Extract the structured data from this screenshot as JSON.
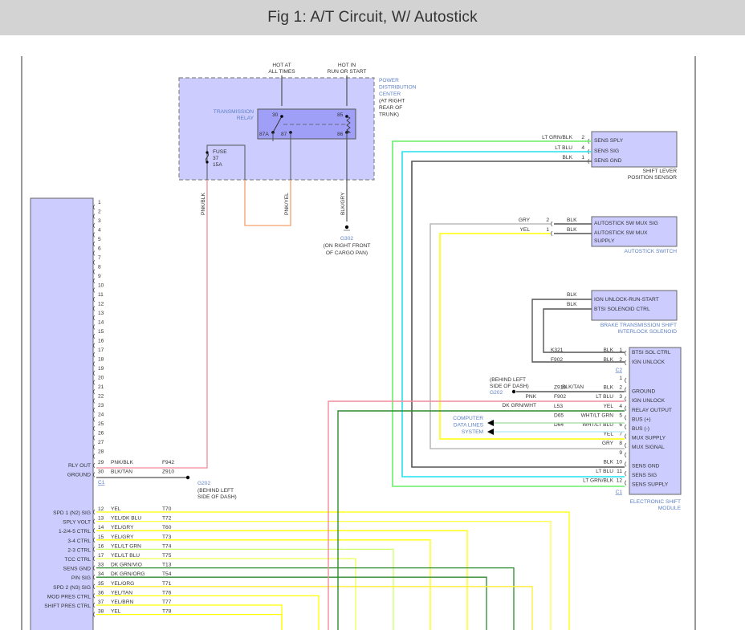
{
  "title": "Fig 1: A/T Circuit, W/ Autostick",
  "colors": {
    "module_fill": "#ccccff",
    "relay_fill": "#9f9ff7",
    "pdc_fill": "#ccccff",
    "label_blue": "#5b7fc4",
    "wire_pnk": "#f28b9b",
    "wire_pnk_yel": "#f5a06a",
    "wire_grn": "#33cc33",
    "wire_ltgrn": "#66ee66",
    "wire_ltblu": "#22e0f0",
    "wire_blk": "#555555",
    "wire_gry": "#bbbbbb",
    "wire_yel": "#ffff00",
    "wire_dkgrn": "#2d8a2d"
  },
  "pdc": {
    "label_lines": [
      "POWER",
      "DISTRIBUTION",
      "CENTER",
      "(AT RIGHT",
      "REAR OF",
      "TRUNK)"
    ],
    "hot_at_all_times": [
      "HOT AT",
      "ALL TIMES"
    ],
    "hot_in_run": [
      "HOT IN",
      "RUN OR START"
    ],
    "relay_label": [
      "TRANSMISSION",
      "RELAY"
    ],
    "relay_pins": {
      "p30": "30",
      "p87a": "87A",
      "p87": "87",
      "p85": "85",
      "p86": "86"
    },
    "fuse": [
      "FUSE",
      "37",
      "15A"
    ]
  },
  "wires_vertical": {
    "pnk_blk": "PNK/BLK",
    "pnk_yel": "PNK/YEL",
    "blk_gry": "BLK/GRY"
  },
  "ground_g302": {
    "id": "G302",
    "desc": [
      "(ON RIGHT FRONT",
      "OF CARGO PAN)"
    ]
  },
  "shift_lever_sensor": {
    "pins": [
      {
        "color": "LT GRN/BLK",
        "num": "2",
        "label": "SENS SPLY"
      },
      {
        "color": "LT BLU",
        "num": "4",
        "label": "SENS SIG"
      },
      {
        "color": "BLK",
        "num": "1",
        "label": "SENS GND"
      }
    ],
    "name": [
      "SHIFT LEVER",
      "POSITION SENSOR"
    ]
  },
  "autostick_switch": {
    "pins": [
      {
        "color_in": "GRY",
        "num": "2",
        "color_out": "BLK",
        "label": "AUTOSTICK SW MUX SIG"
      },
      {
        "color_in": "YEL",
        "num": "1",
        "color_out": "BLK",
        "label": "AUTOSTICK SW MUX"
      }
    ],
    "label_cont": "SUPPLY",
    "name": "AUTOSTICK SWITCH"
  },
  "btsi": {
    "pins": [
      {
        "color": "BLK",
        "label": "IGN UNLOCK-RUN-START"
      },
      {
        "color": "BLK",
        "label": "BTSI SOLENOID CTRL"
      }
    ],
    "name": [
      "BRAKE TRANSMISSION SHIFT",
      "INTERLOCK SOLENOID"
    ]
  },
  "esm_c2": {
    "connector": "C2",
    "pins": [
      {
        "circuit": "K321",
        "color": "BLK",
        "num": "1",
        "label": "BTSI SOL CTRL"
      },
      {
        "circuit": "F902",
        "color": "BLK",
        "num": "2",
        "label": "IGN UNLOCK"
      }
    ]
  },
  "esm_c1": {
    "connector": "C1",
    "ground_g202": {
      "id": "G202",
      "desc": [
        "(BEHIND LEFT",
        "SIDE OF DASH)"
      ]
    },
    "pins": [
      {
        "num": "1",
        "circuit": "",
        "color": "",
        "left_color": "",
        "label": ""
      },
      {
        "num": "2",
        "circuit": "Z910",
        "color": "BLK",
        "left_color": "BLK/TAN",
        "label": "GROUND"
      },
      {
        "num": "3",
        "circuit": "F902",
        "color": "LT BLU",
        "left_color": "PNK",
        "label": "IGN UNLOCK"
      },
      {
        "num": "4",
        "circuit": "L53",
        "color": "YEL",
        "left_color": "DK GRN/WHT",
        "label": "RELAY OUTPUT"
      },
      {
        "num": "5",
        "circuit": "D65",
        "color": "WHT/LT GRN",
        "left_color": "",
        "label": "BUS (+)"
      },
      {
        "num": "6",
        "circuit": "D64",
        "color": "WHT/LT BLU",
        "left_color": "",
        "label": "BUS (-)"
      },
      {
        "num": "7",
        "circuit": "",
        "color": "YEL",
        "left_color": "",
        "label": "MUX SUPPLY"
      },
      {
        "num": "8",
        "circuit": "",
        "color": "GRY",
        "left_color": "",
        "label": "MUX SIGNAL"
      },
      {
        "num": "9",
        "circuit": "",
        "color": "",
        "left_color": "",
        "label": ""
      },
      {
        "num": "10",
        "circuit": "",
        "color": "BLK",
        "left_color": "",
        "label": "SENS GND"
      },
      {
        "num": "11",
        "circuit": "",
        "color": "LT BLU",
        "left_color": "",
        "label": "SENS SIG"
      },
      {
        "num": "12",
        "circuit": "",
        "color": "LT GRN/BLK",
        "left_color": "",
        "label": "SENS SUPPLY"
      }
    ],
    "data_lines": [
      "COMPUTER",
      "DATA LINES",
      "SYSTEM"
    ],
    "name": [
      "ELECTRONIC SHIFT",
      "MODULE"
    ]
  },
  "pcm_c1": {
    "connector": "C1",
    "empty_pins": [
      "1",
      "2",
      "3",
      "4",
      "5",
      "6",
      "7",
      "8",
      "9",
      "10",
      "11",
      "12",
      "13",
      "14",
      "15",
      "16",
      "17",
      "18",
      "19",
      "20",
      "21",
      "22",
      "23",
      "24",
      "25",
      "26",
      "27",
      "28"
    ],
    "pins": [
      {
        "num": "29",
        "label": "RLY OUT",
        "color": "PNK/BLK",
        "circuit": "F942"
      },
      {
        "num": "30",
        "label": "GROUND",
        "color": "BLK/TAN",
        "circuit": "Z910"
      }
    ],
    "ground_g202": {
      "id": "G202",
      "desc": [
        "(BEHIND LEFT",
        "SIDE OF DASH)"
      ]
    }
  },
  "pcm_lower": {
    "pins": [
      {
        "num": "12",
        "label": "SPD 1 (N2) SIG",
        "color": "YEL",
        "circuit": "T70"
      },
      {
        "num": "13",
        "label": "SPLY VOLT",
        "color": "YEL/DK BLU",
        "circuit": "T72"
      },
      {
        "num": "14",
        "label": "1-2/4-5 CTRL",
        "color": "YEL/GRY",
        "circuit": "T60"
      },
      {
        "num": "15",
        "label": "3-4 CTRL",
        "color": "YEL/GRY",
        "circuit": "T73"
      },
      {
        "num": "16",
        "label": "2-3 CTRL",
        "color": "YEL/LT GRN",
        "circuit": "T74"
      },
      {
        "num": "17",
        "label": "TCC CTRL",
        "color": "YEL/LT BLU",
        "circuit": "T75"
      },
      {
        "num": "33",
        "label": "SENS GND",
        "color": "DK GRN/VIO",
        "circuit": "T13"
      },
      {
        "num": "34",
        "label": "P/N SIG",
        "color": "DK GRN/ORG",
        "circuit": "T54"
      },
      {
        "num": "35",
        "label": "SPD 2 (N3) SIG",
        "color": "YEL/ORG",
        "circuit": "T71"
      },
      {
        "num": "36",
        "label": "MOD PRES CTRL",
        "color": "YEL/TAN",
        "circuit": "T76"
      },
      {
        "num": "37",
        "label": "SHIFT PRES CTRL",
        "color": "YEL/BRN",
        "circuit": "T77"
      },
      {
        "num": "38",
        "label": "",
        "color": "YEL",
        "circuit": "T78"
      }
    ]
  }
}
